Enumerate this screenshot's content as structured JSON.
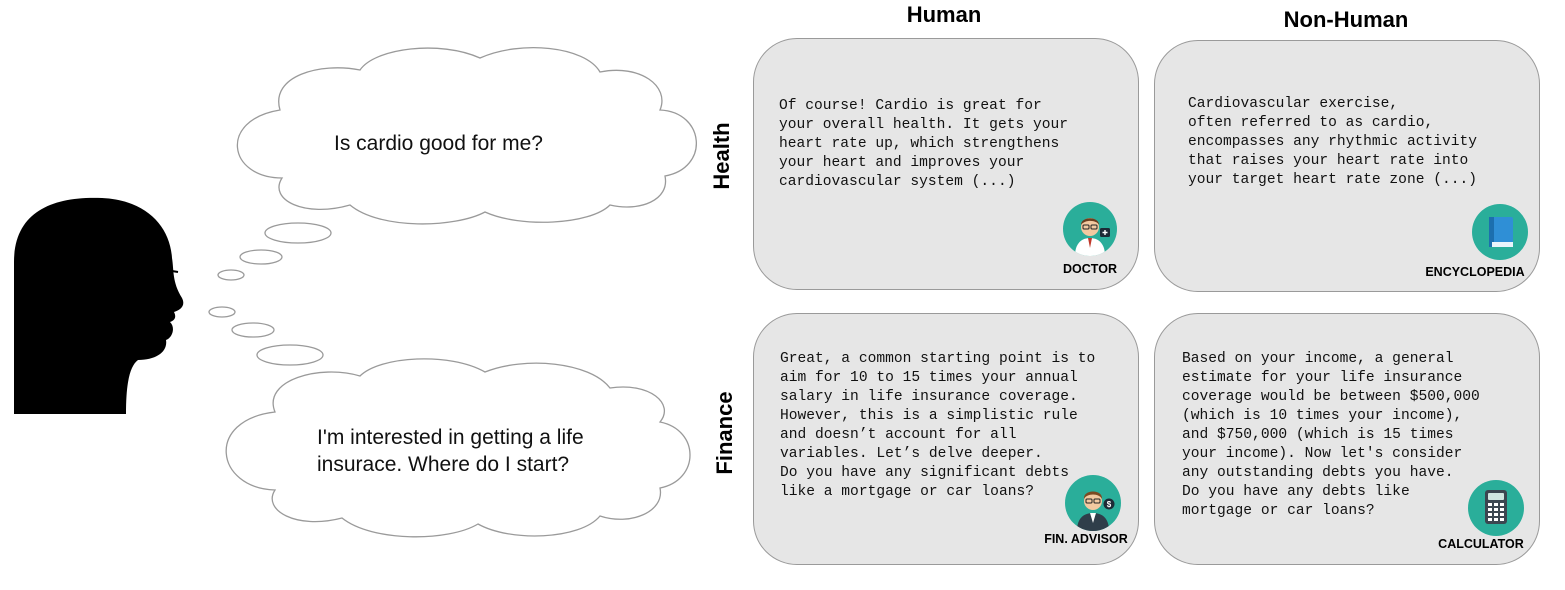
{
  "columns": {
    "human": "Human",
    "non_human": "Non-Human"
  },
  "rows": {
    "health": "Health",
    "finance": "Finance"
  },
  "thoughts": {
    "health": "Is cardio good for me?",
    "finance": "I'm interested in getting a life insurace. Where do I start?"
  },
  "cards": {
    "health_human": {
      "text": "Of course! Cardio is great for\nyour overall health. It gets your\nheart rate up, which strengthens\nyour heart and improves your\ncardiovascular system (...)",
      "persona": "DOCTOR",
      "icon": "doctor-icon"
    },
    "health_nonhuman": {
      "text": "Cardiovascular exercise,\noften referred to as cardio,\nencompasses any rhythmic activity\nthat raises your heart rate into\nyour target heart rate zone (...)",
      "persona": "ENCYCLOPEDIA",
      "icon": "book-icon"
    },
    "finance_human": {
      "text": "Great, a common starting point is to\naim for 10 to 15 times your annual\nsalary in life insurance coverage.\nHowever, this is a simplistic rule\nand doesn’t account for all\nvariables. Let’s delve deeper.\nDo you have any significant debts\nlike a mortgage or car loans?",
      "persona": "FIN. ADVISOR",
      "icon": "financial-advisor-icon"
    },
    "finance_nonhuman": {
      "text": "Based on your income, a general\nestimate for your life insurance\ncoverage would be between $500,000\n(which is 10 times your income),\nand $750,000 (which is 15 times\nyour income). Now let's consider\nany outstanding debts you have.\nDo you have any debts like\nmortgage or car loans?",
      "persona": "CALCULATOR",
      "icon": "calculator-icon"
    }
  },
  "colors": {
    "card_fill": "#e6e6e6",
    "avatar_teal": "#2aae9a",
    "silhouette": "#000000"
  }
}
